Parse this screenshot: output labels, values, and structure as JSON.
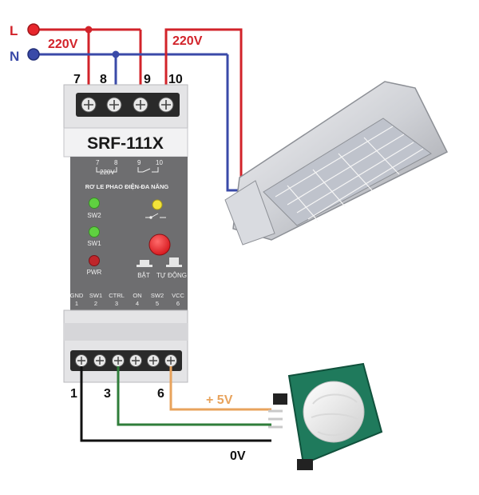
{
  "lines": {
    "live": "L",
    "neutral": "N",
    "voltage_left": "220V",
    "voltage_right": "220V"
  },
  "terminals_top": [
    "7",
    "8",
    "9",
    "10"
  ],
  "module": {
    "model": "SRF-111X",
    "panel_terminal_left": [
      "7",
      "8"
    ],
    "panel_voltage": "220V",
    "panel_terminal_right": [
      "9",
      "10"
    ],
    "panel_title": "RƠ LE PHAO ĐIỆN-ĐA NĂNG",
    "leds": {
      "sw2": "SW2",
      "sw1": "SW1",
      "pwr": "PWR"
    },
    "button_labels": {
      "on": "BẬT",
      "auto": "TỰ ĐỘNG"
    },
    "io_labels": [
      {
        "name": "GND",
        "num": "1"
      },
      {
        "name": "SW1",
        "num": "2"
      },
      {
        "name": "CTRL",
        "num": "3"
      },
      {
        "name": "ON",
        "num": "4"
      },
      {
        "name": "SW2",
        "num": "5"
      },
      {
        "name": "VCC",
        "num": "6"
      }
    ]
  },
  "terminals_bottom": [
    "1",
    "3",
    "6"
  ],
  "sensor_wires": {
    "vcc_label": "+ 5V",
    "gnd_label": "0V"
  },
  "colors": {
    "live_wire": "#d2232a",
    "neutral_wire": "#3a4aa8",
    "vcc_wire": "#e8a35c",
    "signal_wire": "#2f7d3a",
    "ground_wire": "#111111",
    "led_green": "#5fd140",
    "led_yellow": "#f2e33a",
    "led_red": "#c0262b",
    "button_red": "#e0191f",
    "panel_grey": "#6e6e70"
  }
}
